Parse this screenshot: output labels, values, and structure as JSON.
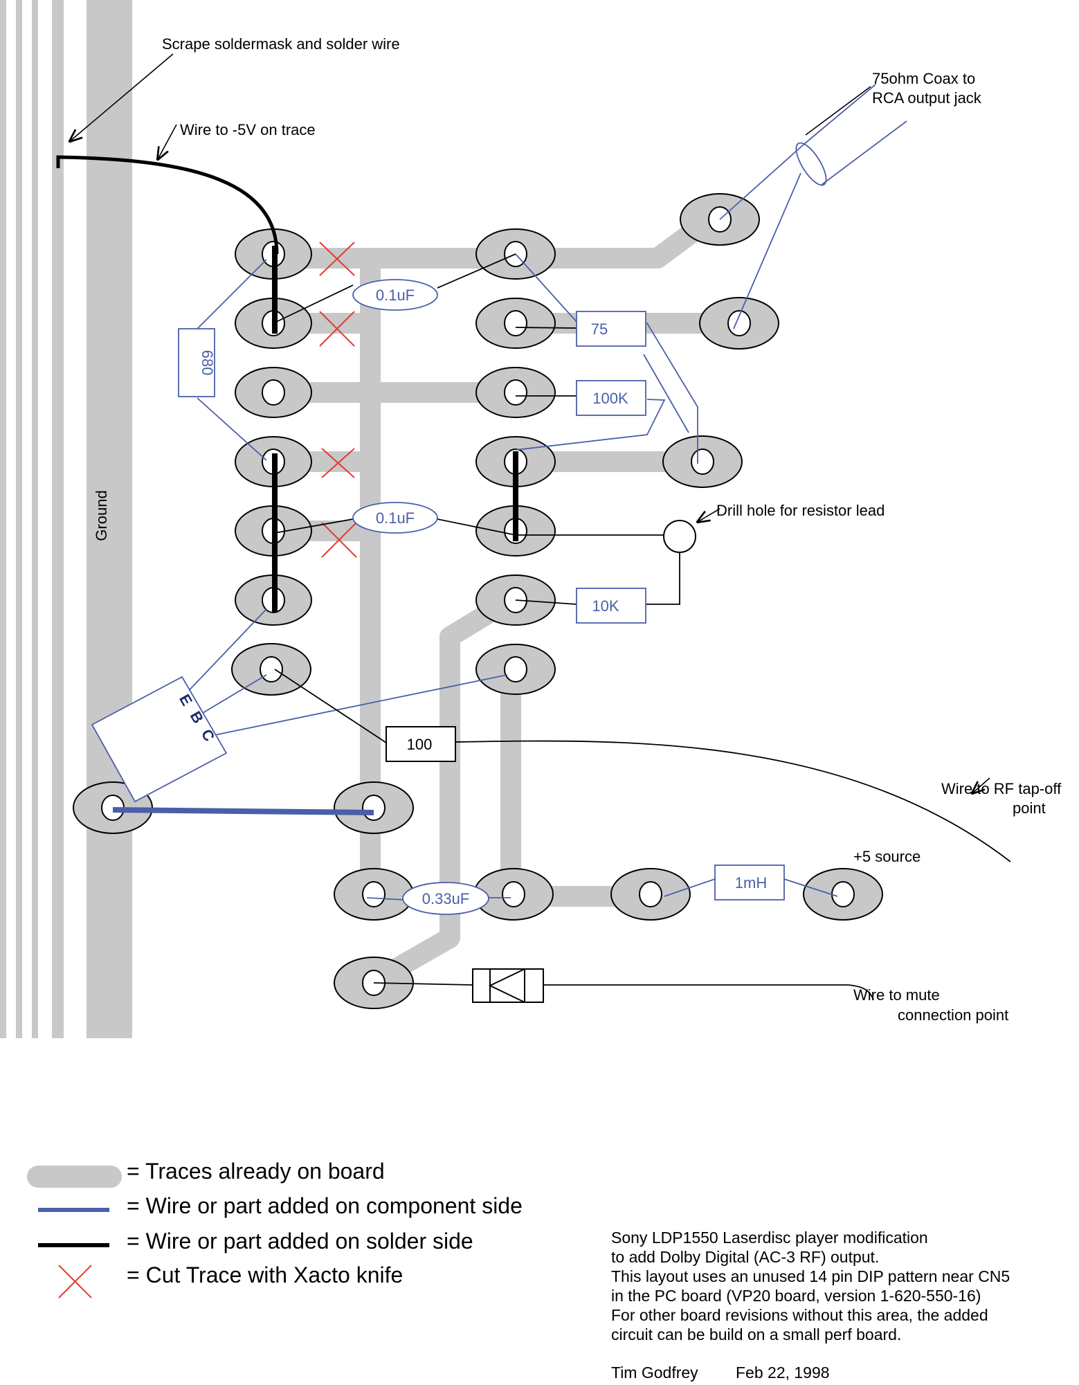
{
  "colors": {
    "trace": "#c8c8c8",
    "component_side": "#4a5fa8",
    "solder_side": "#000000",
    "cut": "#e03a2e"
  },
  "labels": {
    "ground": "Ground",
    "scrape": "Scrape soldermask and solder wire",
    "wire_minus5": "Wire to -5V on trace",
    "coax_line1": "75ohm Coax to",
    "coax_line2": "RCA output jack",
    "drill": "Drill hole for resistor lead",
    "rf_line1": "Wire to RF tap-off",
    "rf_line2": "point",
    "plus5": "+5 source",
    "mute_line1": "Wire to mute",
    "mute_line2": "connection point"
  },
  "components": {
    "c1": "0.1uF",
    "c2": "0.1uF",
    "c3": "0.33uF",
    "r680": "680",
    "r75": "75",
    "r100k": "100K",
    "r10k": "10K",
    "r100": "100",
    "l1": "1mH",
    "transistor_e": "E",
    "transistor_b": "B",
    "transistor_c": "C"
  },
  "legend": {
    "traces": "= Traces already on board",
    "component_side": "= Wire or part added on component side",
    "solder_side": "= Wire or part added on solder side",
    "cut": "= Cut Trace with Xacto knife"
  },
  "notes": {
    "lines": [
      "Sony LDP1550 Laserdisc player modification",
      "to add Dolby Digital (AC-3 RF) output.",
      "This layout uses an unused 14 pin DIP pattern near CN5",
      "in the PC board (VP20 board, version 1-620-550-16)",
      "For other board revisions without this area, the added",
      "circuit can be build on a small perf board."
    ],
    "author": "Tim Godfrey",
    "date": "Feb 22, 1998"
  }
}
